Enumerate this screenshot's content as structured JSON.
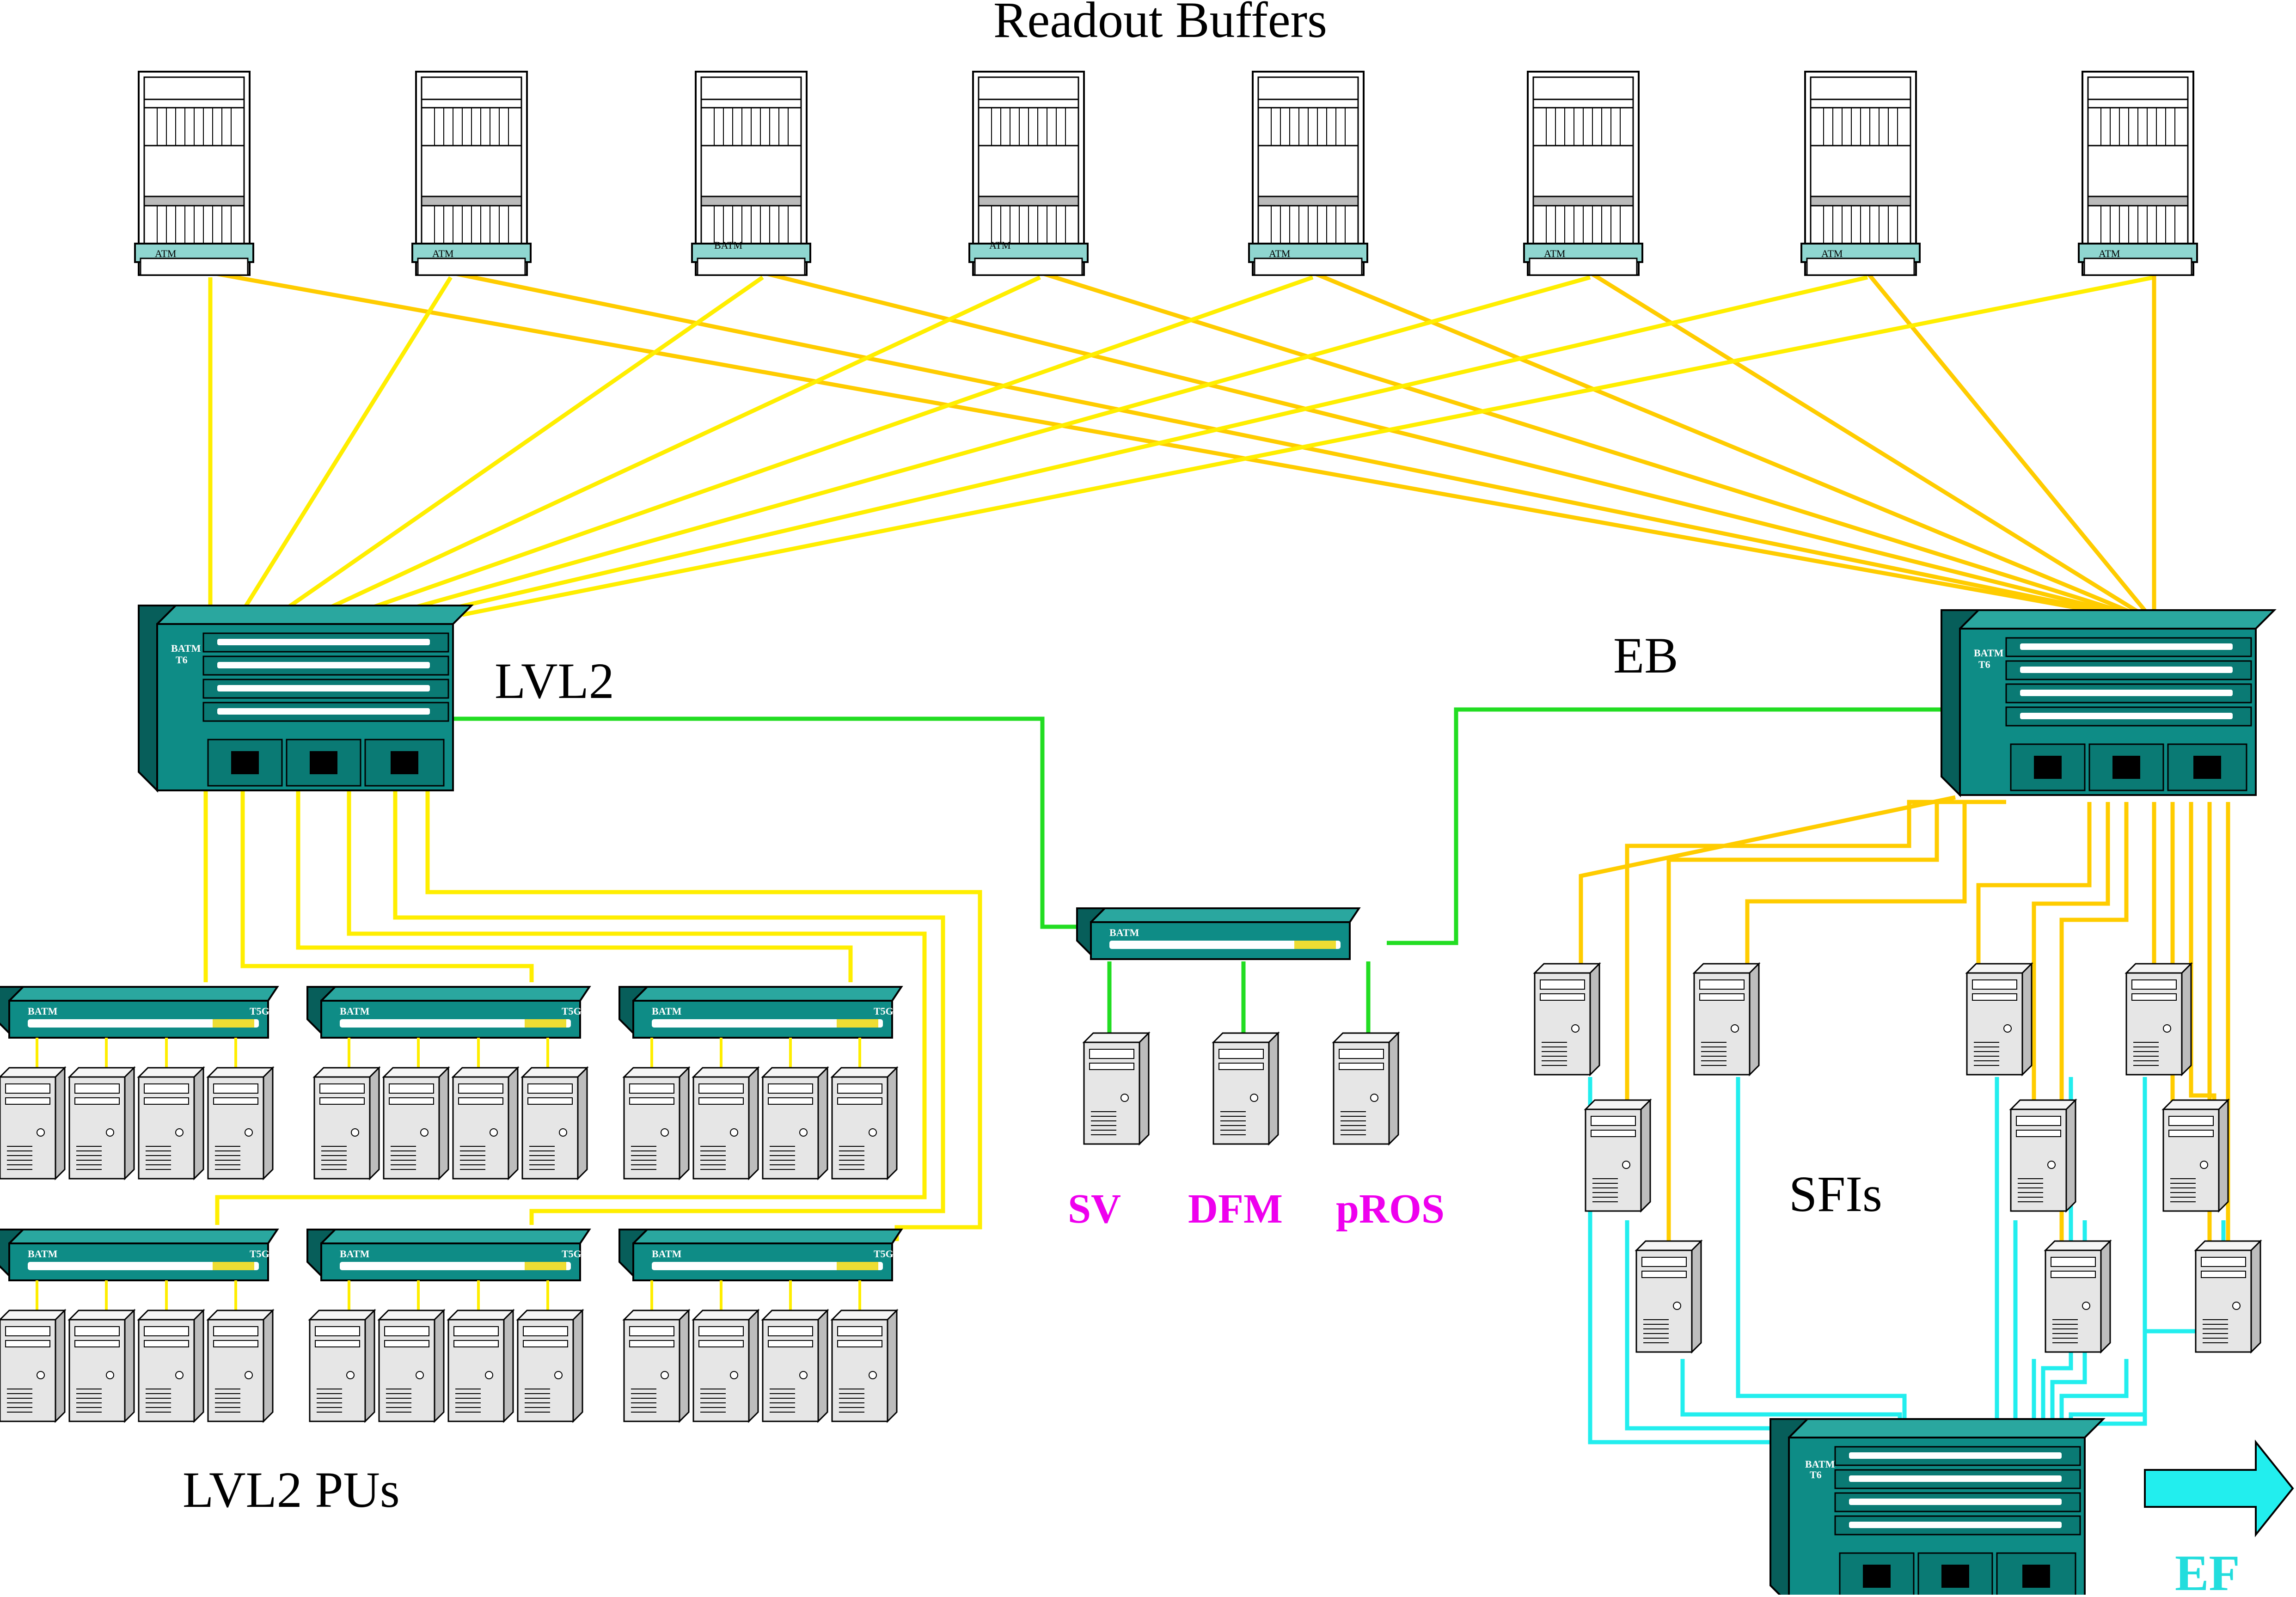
{
  "labels": {
    "readout_buffers": "Readout Buffers",
    "lvl2": "LVL2",
    "eb": "EB",
    "sfis": "SFIs",
    "lvl2_pus": "LVL2 PUs",
    "sv": "SV",
    "dfm": "DFM",
    "pros": "pROS",
    "ef": "EF"
  },
  "device_text": {
    "brand": "BATM",
    "t6": "T6",
    "t5g": "T5G",
    "atm": "ATM"
  },
  "colors": {
    "yellow_link": "#FFEE00",
    "orange_link": "#FFCC00",
    "green_link": "#22DD22",
    "cyan_link": "#22EEEE",
    "switch_teal": "#0E8C86",
    "switch_dark": "#075E5A",
    "magenta_label": "#EE00EE",
    "cyan_label": "#22DDDD",
    "server_gray": "#E6E6E6"
  },
  "icons": {
    "readout_buffer": "rack-crate-icon",
    "core_switch": "chassis-switch-icon",
    "edge_switch": "edge-switch-icon",
    "server": "tower-server-icon",
    "arrow": "ef-arrow-icon"
  }
}
